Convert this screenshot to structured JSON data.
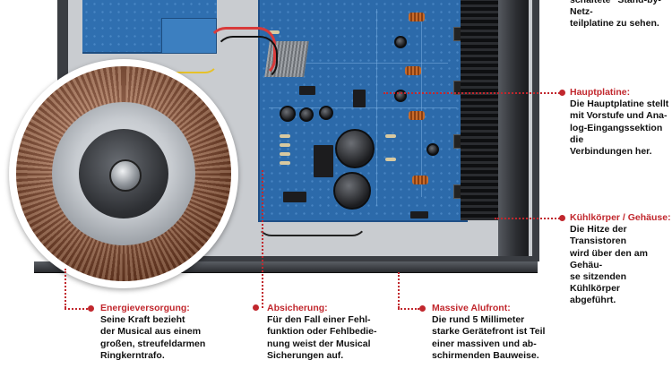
{
  "top_right_fragment": [
    "schaltete\" Stand-by-Netz-",
    "teilplatine zu sehen."
  ],
  "callouts": [
    {
      "id": "hauptplatine",
      "title": "Hauptplatine:",
      "first_line_rest": " stellt",
      "lines": [
        "Die Hauptplatine stellt",
        "mit Vorstufe und Ana-",
        "log-Eingangssektion die",
        "Verbindungen her."
      ]
    },
    {
      "id": "kuehlkoerper",
      "title": "Kühlkörper / Gehäuse:",
      "lines": [
        "Die Hitze der Transistoren",
        "wird über den am Gehäu-",
        "se sitzenden Kühlkörper",
        "abgeführt."
      ]
    },
    {
      "id": "energie",
      "title": "Energieversorgung:",
      "lines": [
        "Seine Kraft bezieht",
        "der Musical aus einem",
        "großen, streufeldarmen",
        "Ringkerntrafo."
      ]
    },
    {
      "id": "absicherung",
      "title": "Absicherung:",
      "lines": [
        "Für den Fall einer Fehl-",
        "funktion oder Fehlbedie-",
        "nung weist der Musical",
        "Sicherungen auf."
      ]
    },
    {
      "id": "alufront",
      "title": "Massive Alufront:",
      "lines": [
        "Die rund 5 Millimeter",
        "starke Gerätefront ist Teil",
        "einer massiven und ab-",
        "schirmenden Bauweise."
      ]
    }
  ],
  "colors": {
    "accent": "#c1272d",
    "text": "#111111"
  }
}
